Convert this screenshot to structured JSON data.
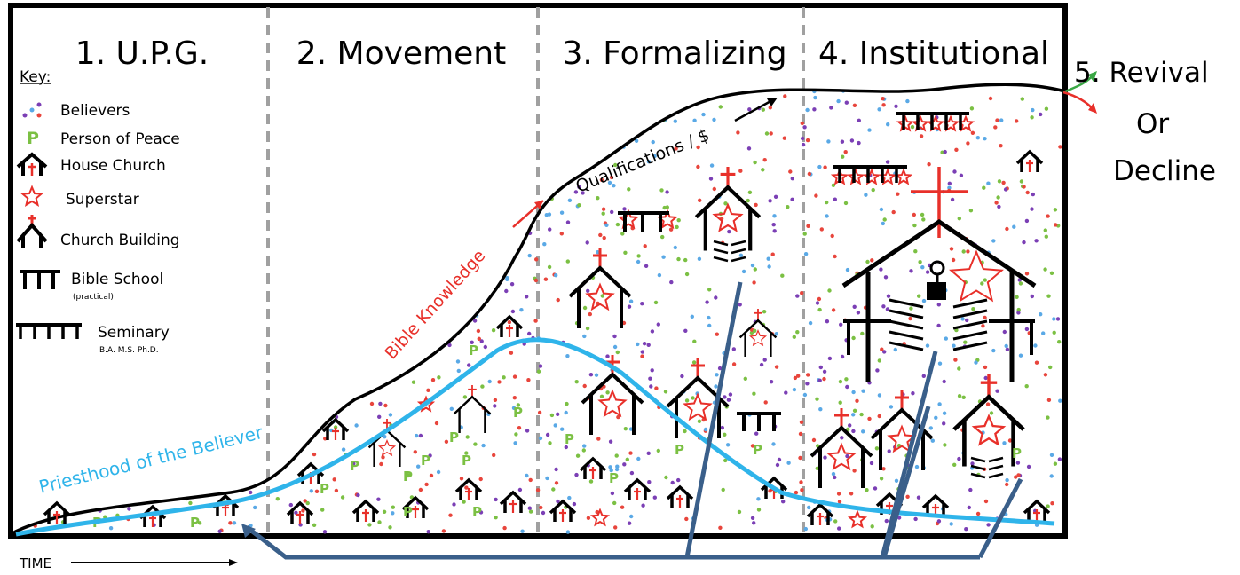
{
  "stages": [
    {
      "label": "1. U.P.G."
    },
    {
      "label": "2. Movement"
    },
    {
      "label": "3. Formalizing"
    },
    {
      "label": "4. Institutional"
    }
  ],
  "outcome": {
    "number": "5.",
    "revival": "Revival",
    "or": "Or",
    "decline": "Decline"
  },
  "key": {
    "title": "Key:",
    "items": [
      {
        "icon": "dots-icon",
        "label": "Believers"
      },
      {
        "icon": "person-of-peace-icon",
        "label": "Person of Peace",
        "glyph": "P"
      },
      {
        "icon": "house-church-icon",
        "label": "House Church"
      },
      {
        "icon": "star-icon",
        "label": "Superstar"
      },
      {
        "icon": "church-building-icon",
        "label": "Church Building"
      },
      {
        "icon": "bible-school-icon",
        "label": "Bible School",
        "sublabel": "(practical)"
      },
      {
        "icon": "seminary-icon",
        "label": "Seminary",
        "sublabel": "B.A. M.S. Ph.D."
      }
    ]
  },
  "curves": {
    "growth_labels": {
      "bible_knowledge": "Bible Knowledge",
      "qualifications": "Qualifications / $"
    },
    "priesthood": "Priesthood of the Believer"
  },
  "axis": {
    "time": "TIME"
  },
  "colors": {
    "believer_dots": [
      "#7b3fb5",
      "#5aa9e6",
      "#e8453c",
      "#7bc043"
    ],
    "peace": "#7bc043",
    "accent_red": "#e8302a",
    "priesthood_line": "#2fb4ea",
    "arrow_line": "#3a5f8a",
    "up_arrow": "#3aa845"
  }
}
